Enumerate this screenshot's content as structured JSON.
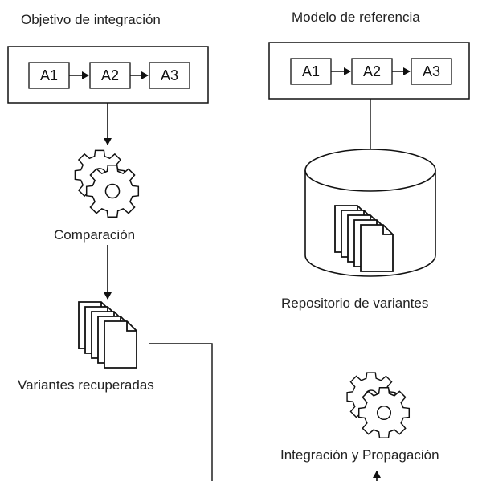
{
  "left": {
    "title": "Objetivo de integración",
    "nodes": [
      "A1",
      "A2",
      "A3"
    ],
    "gear_label": "Comparación",
    "docs_label": "Variantes recuperadas"
  },
  "right": {
    "title": "Modelo de referencia",
    "nodes": [
      "A1",
      "A2",
      "A3"
    ],
    "repo_label": "Repositorio de variantes",
    "gear_label": "Integración y Propagación"
  },
  "icons": [
    "gear-icon",
    "document-stack-icon",
    "database-cylinder-icon"
  ]
}
